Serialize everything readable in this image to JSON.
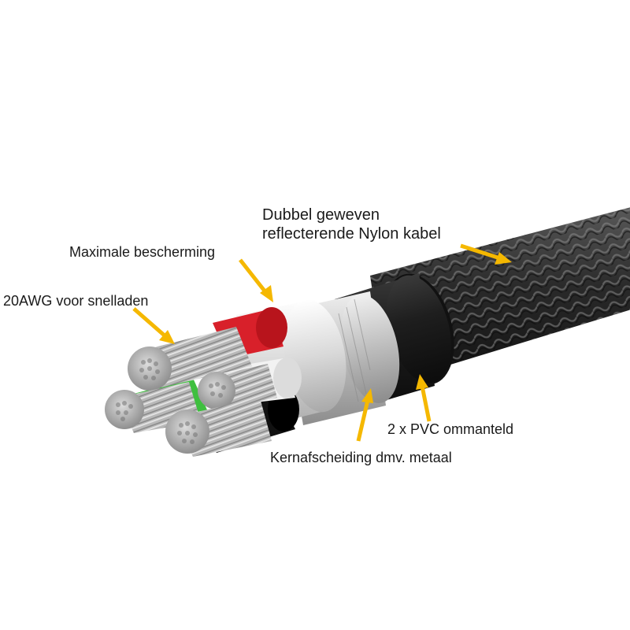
{
  "labels": {
    "nylon_line1": "Dubbel geweven",
    "nylon_line2": "reflecterende Nylon kabel",
    "protection": "Maximale bescherming",
    "awg": "20AWG voor snelladen",
    "pvc": "2 x PVC ommanteld",
    "metal": "Kernafscheiding dmv. metaal"
  },
  "colors": {
    "arrow": "#f5b800",
    "text": "#1a1a1a",
    "braid": "#2b2b2b",
    "pvc": "#1c1c1c",
    "foil": "#c9c9c9",
    "red_wire": "#d8202a",
    "green_wire": "#3fbf3f",
    "white_wire": "#f2f2f2",
    "black_wire": "#111111",
    "strand": "#b5b5b5"
  }
}
